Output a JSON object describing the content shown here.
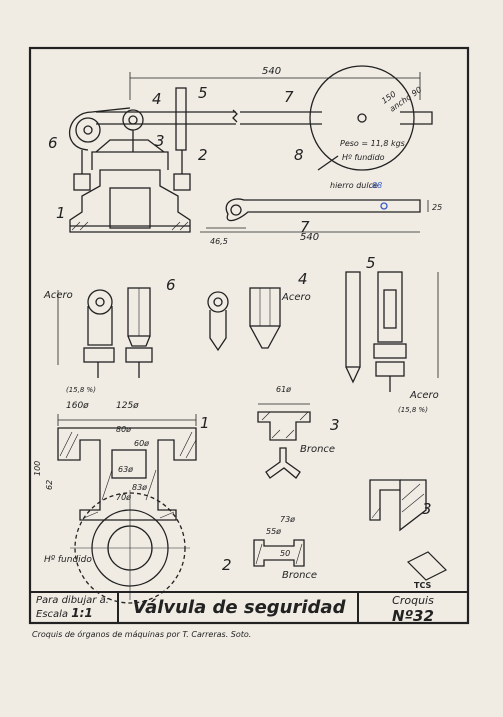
{
  "title_block": {
    "instruction_line1": "Para dibujar a:",
    "instruction_line2_prefix": "Escala",
    "scale": "1:1",
    "title": "Válvula de seguridad",
    "croquis_label": "Croquis",
    "number": "Nº32"
  },
  "caption": "Croquis de órganos de máquinas por T. Carreras. Soto.",
  "logo_text": "TCS",
  "dims": {
    "d540": "540",
    "d540b": "540",
    "d46_5": "46,5",
    "d25": "25",
    "d88": "88",
    "d150": "150",
    "ancho90": "ancho 90",
    "peso": "Peso = 11,8 kgs.",
    "hierro_fundido": "Hº fundido",
    "hierro_dulce": "hierro dulce",
    "d160": "160ø",
    "d125": "125ø",
    "d80": "80ø",
    "d60": "60ø",
    "d63": "63ø",
    "d83": "83ø",
    "d70": "70ø",
    "d100": "100",
    "d62": "62",
    "d61": "61ø",
    "d73": "73ø",
    "d55": "55ø",
    "d50": "50",
    "d15_8": "(15,8 %)"
  },
  "parts": {
    "p1": "1",
    "p2": "2",
    "p3": "3",
    "p4": "4",
    "p5": "5",
    "p6": "6",
    "p7": "7",
    "p8": "8",
    "acero": "Acero",
    "bronce": "Bronce"
  }
}
